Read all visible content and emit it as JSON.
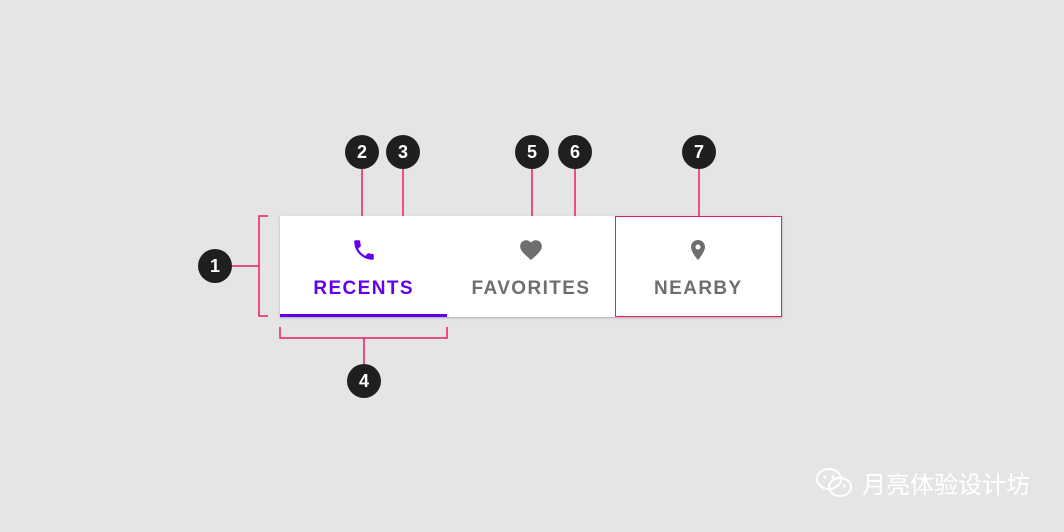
{
  "tabs": [
    {
      "label": "RECENTS",
      "icon": "phone-icon",
      "active": true
    },
    {
      "label": "FAVORITES",
      "icon": "heart-icon",
      "active": false
    },
    {
      "label": "NEARBY",
      "icon": "location-pin-icon",
      "active": false
    }
  ],
  "annotations": [
    "1",
    "2",
    "3",
    "4",
    "5",
    "6",
    "7"
  ],
  "watermark": {
    "text": "月亮体验设计坊",
    "icon": "wechat-icon"
  },
  "colors": {
    "background": "#e5e5e5",
    "surface": "#ffffff",
    "active": "#6200ee",
    "inactive": "#6e6e6e",
    "annotation_line": "#e91e63",
    "badge": "#1f1f1f"
  }
}
